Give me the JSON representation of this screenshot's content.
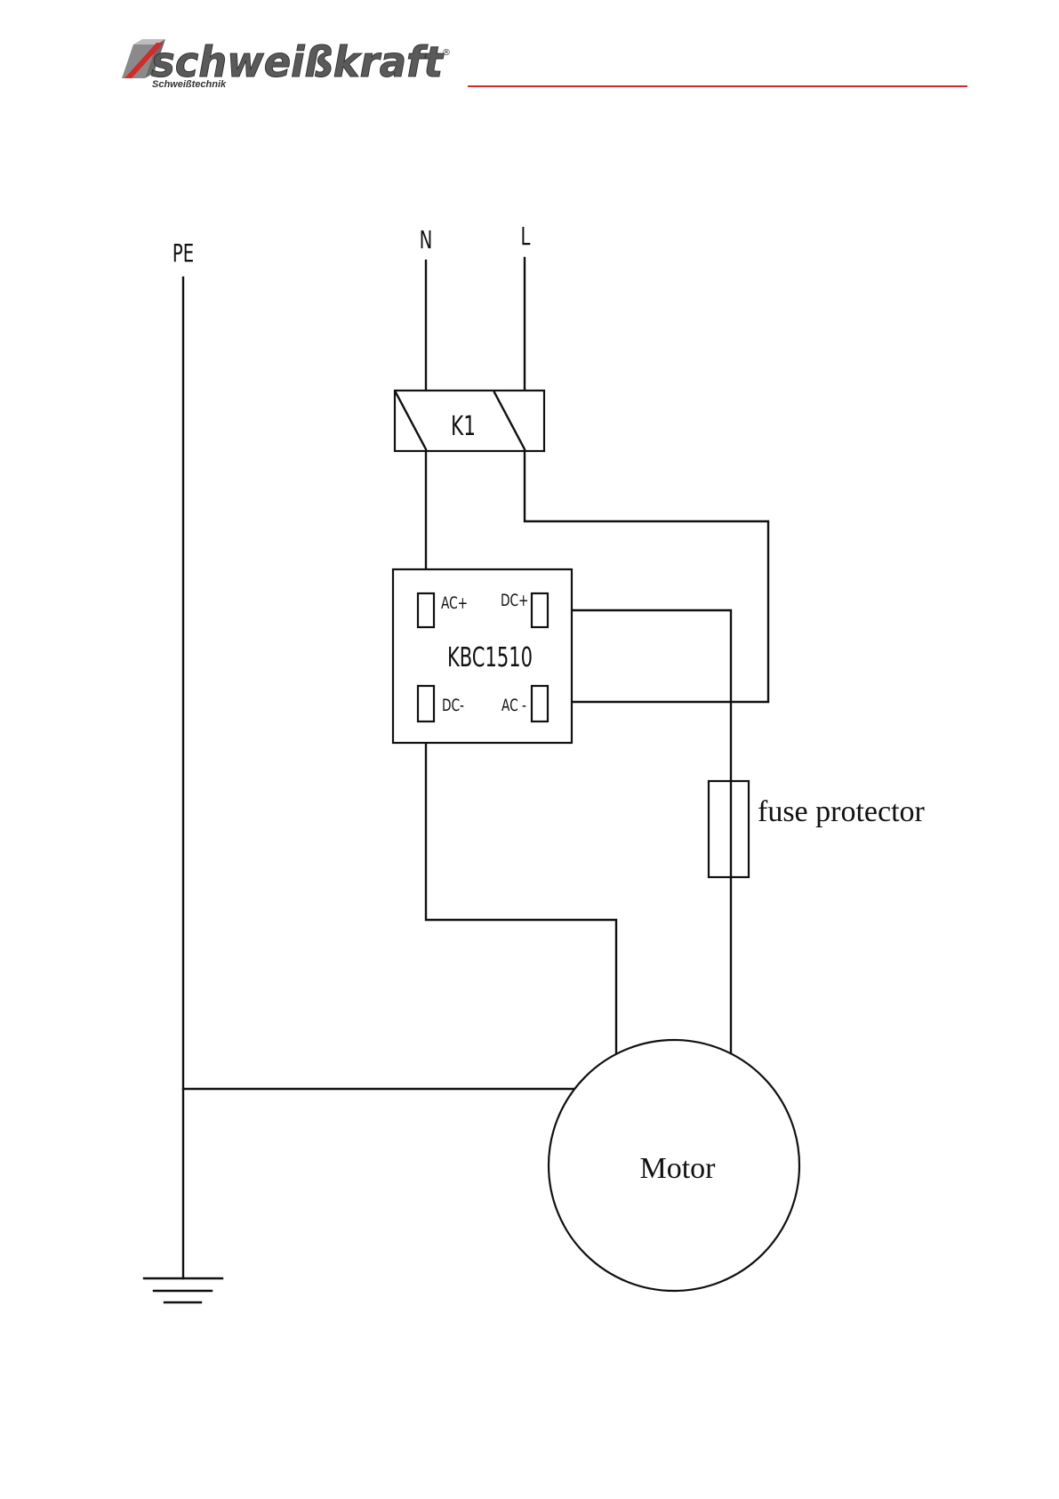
{
  "header": {
    "brand_name": "schweißkraft",
    "brand_subtitle": "Schweißtechnik",
    "registered_mark": "®",
    "accent_color": "#d42a2a"
  },
  "diagram": {
    "labels": {
      "pe": "PE",
      "n": "N",
      "l": "L",
      "relay": "K1",
      "rectifier": "KBC1510",
      "ac_plus": "AC+",
      "dc_plus": "DC+",
      "dc_minus": "DC-",
      "ac_minus": "AC -",
      "fuse": "fuse protector",
      "motor": "Motor"
    }
  }
}
